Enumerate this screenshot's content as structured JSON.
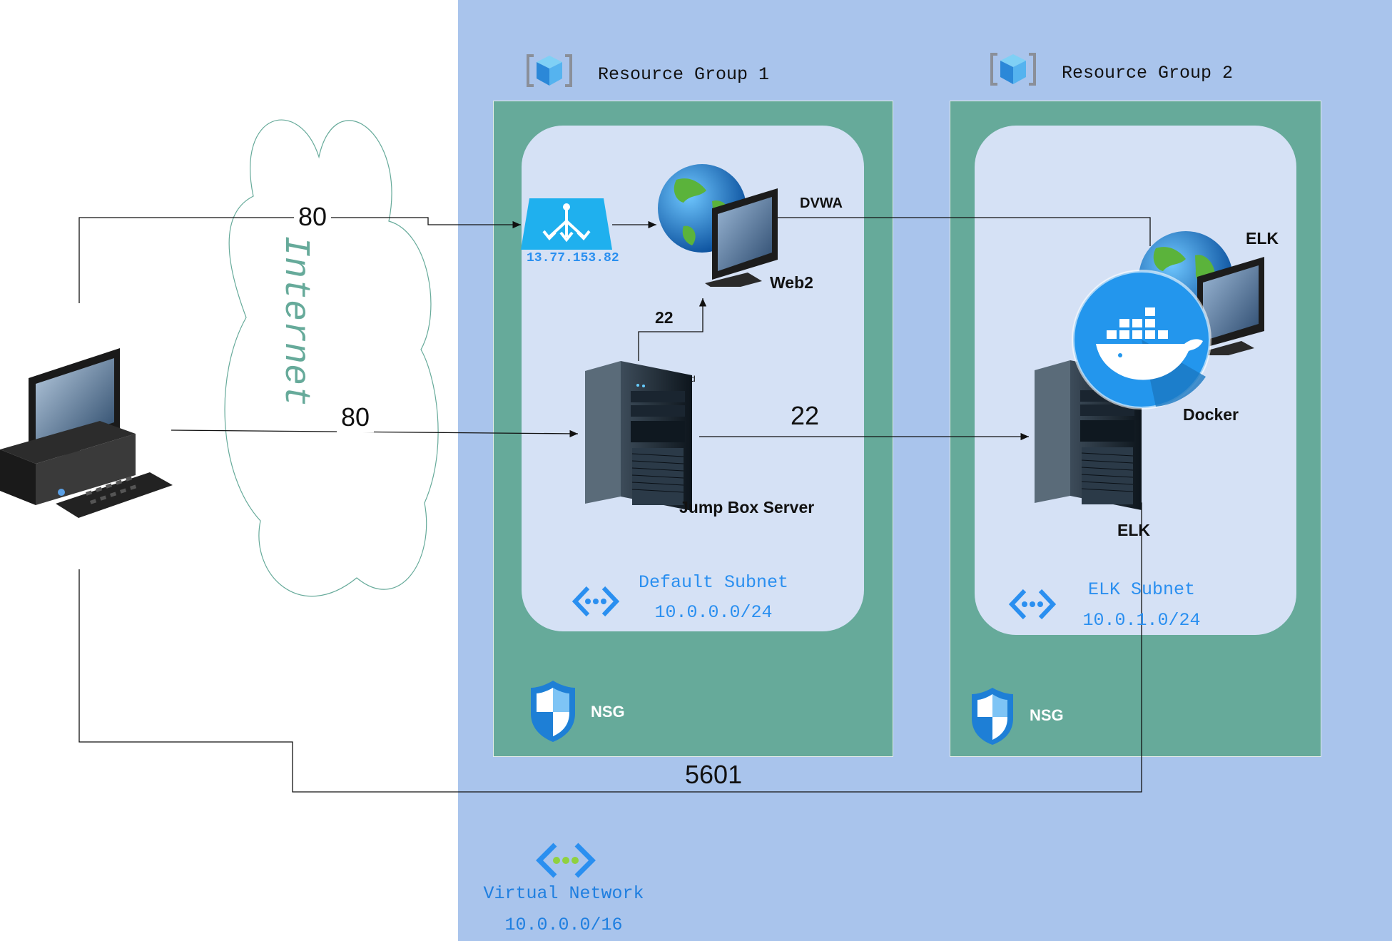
{
  "internet": {
    "label": "Internet"
  },
  "resource_groups": [
    {
      "title": "Resource Group 1",
      "nsg_label": "NSG",
      "subnet": {
        "name": "Default Subnet",
        "cidr": "10.0.0.0/24"
      }
    },
    {
      "title": "Resource Group 2",
      "nsg_label": "NSG",
      "subnet": {
        "name": "ELK Subnet",
        "cidr": "10.0.1.0/24"
      }
    }
  ],
  "nodes": {
    "load_balancer_ip": "13.77.153.82",
    "web2": "Web2",
    "dvwa": "DVWA",
    "jump_box": "Jump Box Server",
    "jump_box_mark": "d",
    "elk_vm": "ELK",
    "elk_server": "ELK",
    "docker": "Docker"
  },
  "ports": {
    "client_to_lb": "80",
    "client_to_jumpbox": "80",
    "jumpbox_to_web2": "22",
    "jumpbox_to_elk": "22",
    "client_to_elk": "5601"
  },
  "virtual_network": {
    "name": "Virtual Network",
    "cidr": "10.0.0.0/16"
  },
  "colors": {
    "vnet_background": "#a9c4ec",
    "resource_group": "#66aa9a",
    "subnet": "#d5e1f5",
    "azure_blue": "#2a8ff0",
    "internet_cloud_stroke": "#66aa9a"
  }
}
